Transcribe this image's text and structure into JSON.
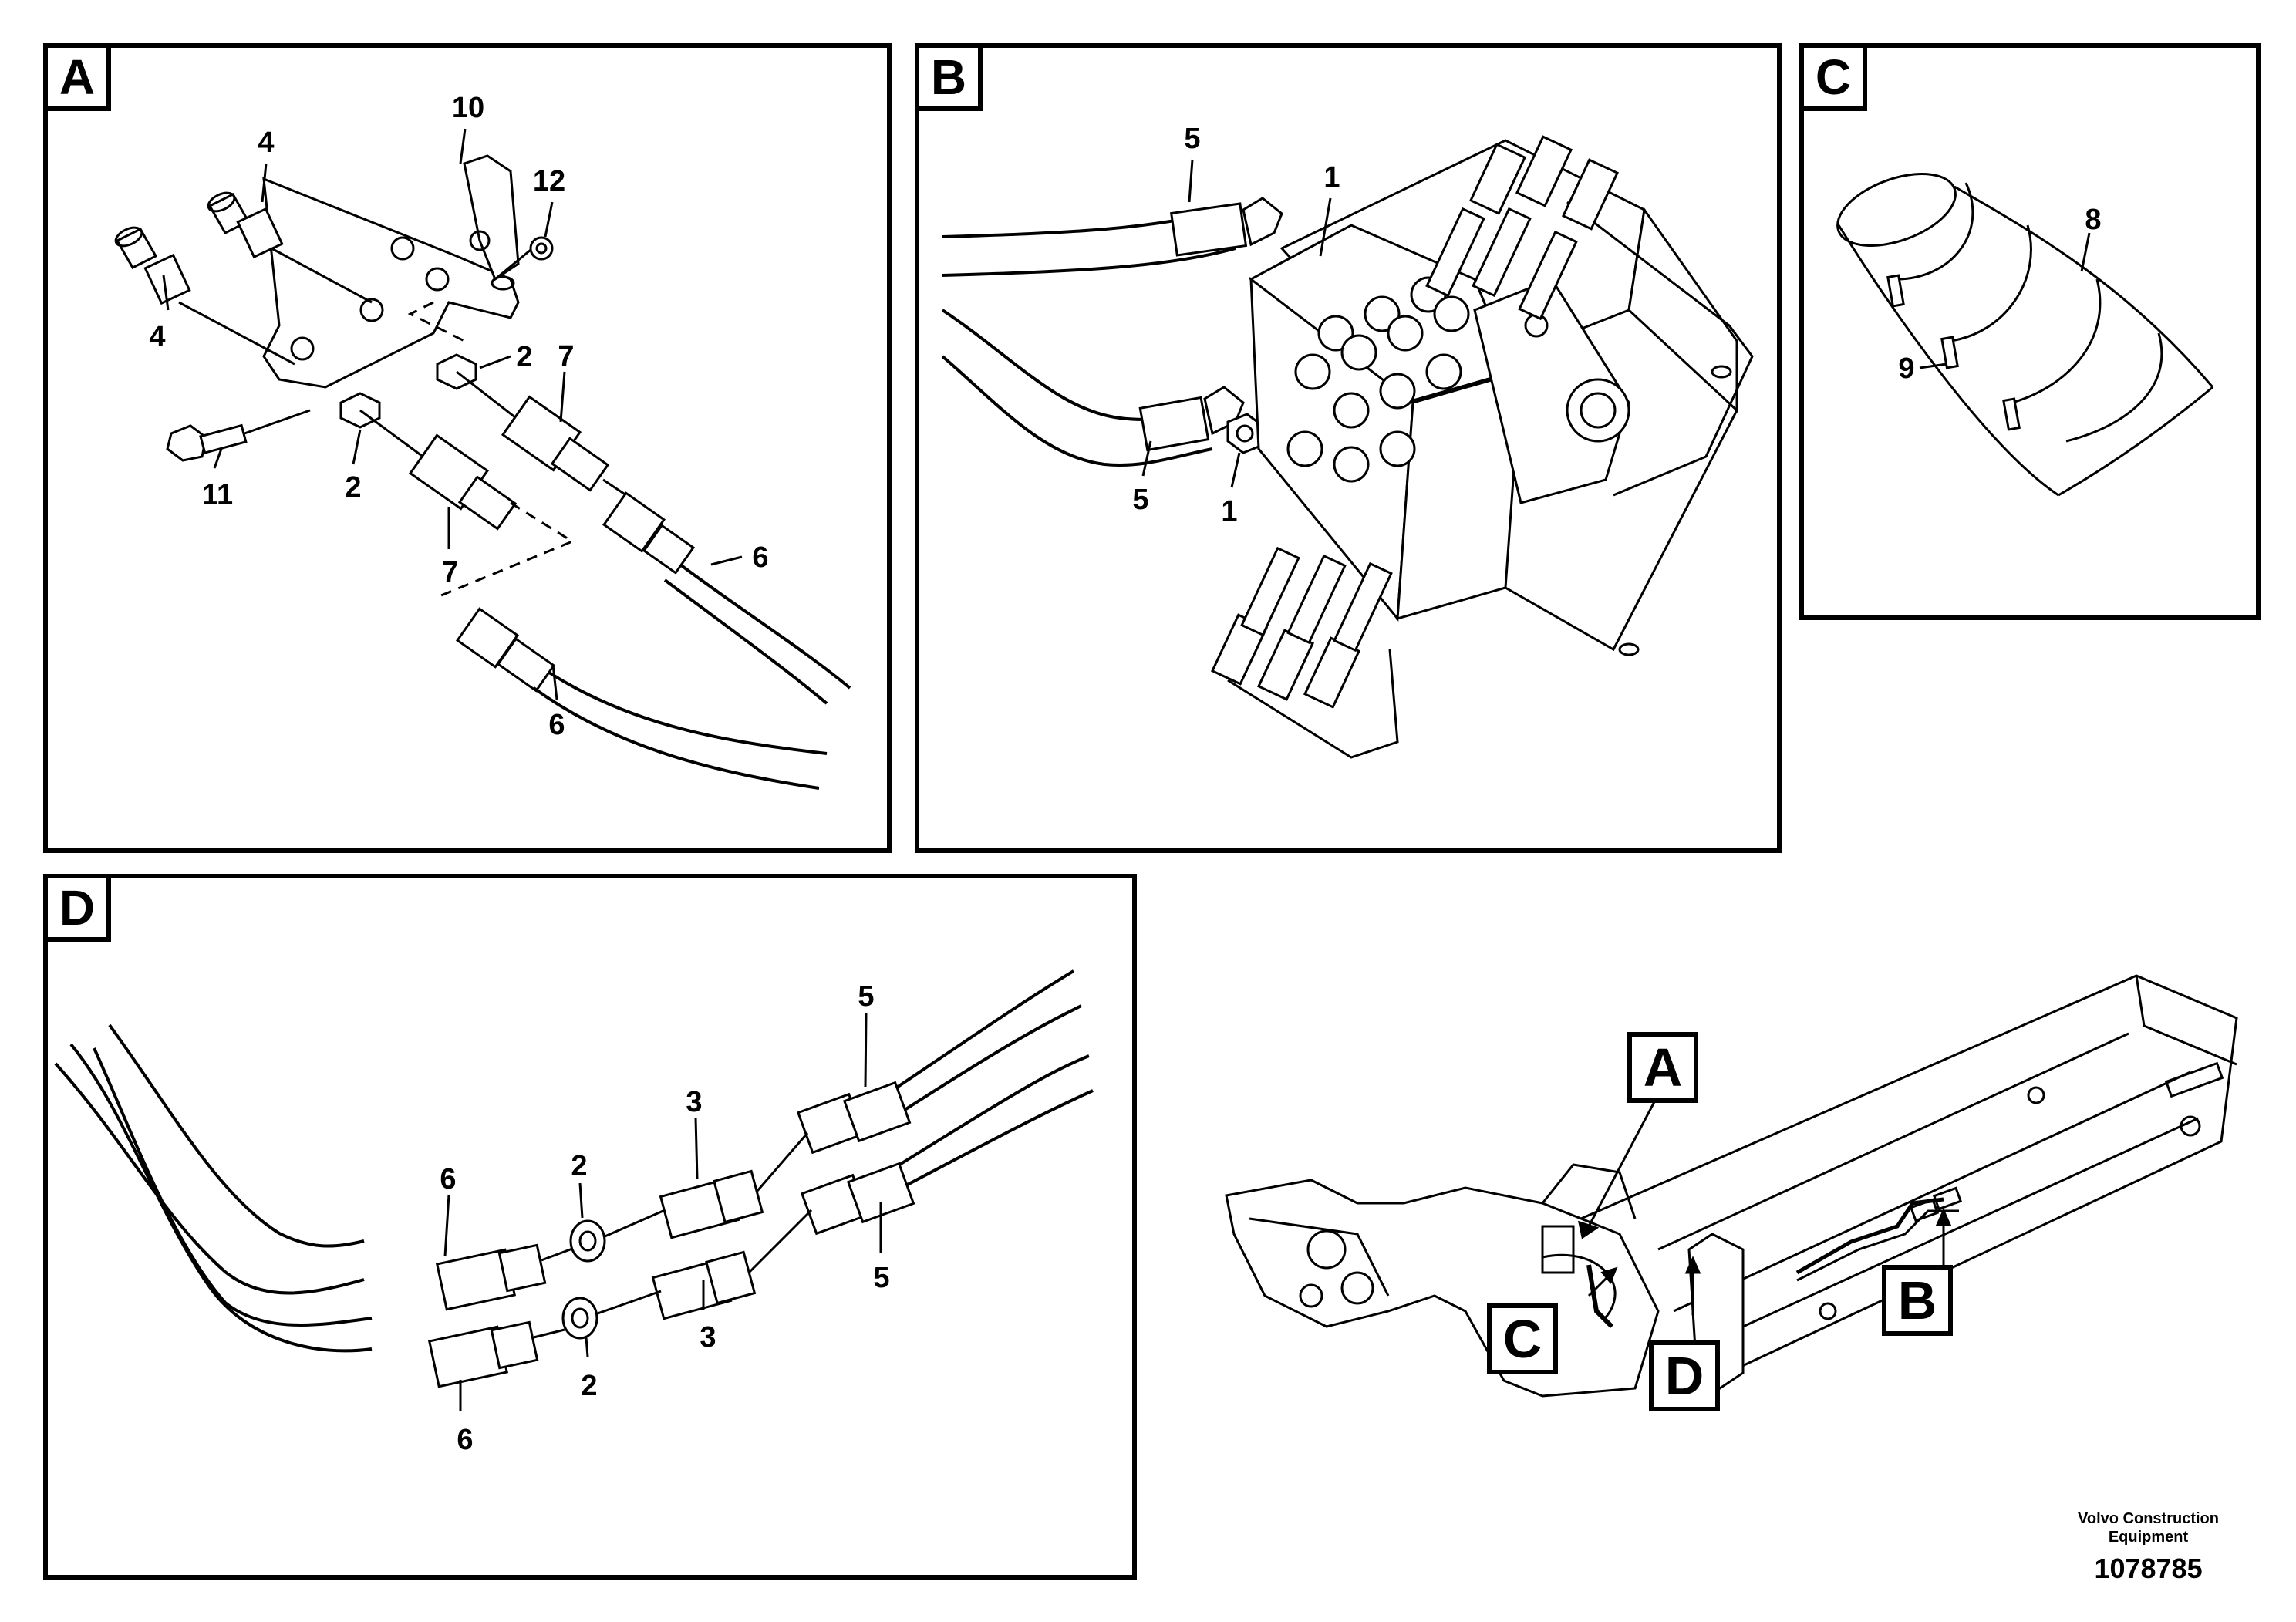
{
  "panels": {
    "A": {
      "tag": "A",
      "labels": {
        "p10": "10",
        "p4a": "4",
        "p4b": "4",
        "p12": "12",
        "p2a": "2",
        "p2b": "2",
        "p7a": "7",
        "p7b": "7",
        "p11": "11",
        "p6a": "6",
        "p6b": "6"
      }
    },
    "B": {
      "tag": "B",
      "labels": {
        "p5a": "5",
        "p5b": "5",
        "p1a": "1",
        "p1b": "1"
      }
    },
    "C": {
      "tag": "C",
      "labels": {
        "p8": "8",
        "p9": "9"
      }
    },
    "D": {
      "tag": "D",
      "labels": {
        "p5a": "5",
        "p5b": "5",
        "p3a": "3",
        "p3b": "3",
        "p2a": "2",
        "p2b": "2",
        "p6a": "6",
        "p6b": "6"
      }
    }
  },
  "overview": {
    "callouts": {
      "A": "A",
      "B": "B",
      "C": "C",
      "D": "D"
    }
  },
  "footer": {
    "brand_line1": "Volvo Construction",
    "brand_line2": "Equipment",
    "doc_number": "1078785"
  }
}
